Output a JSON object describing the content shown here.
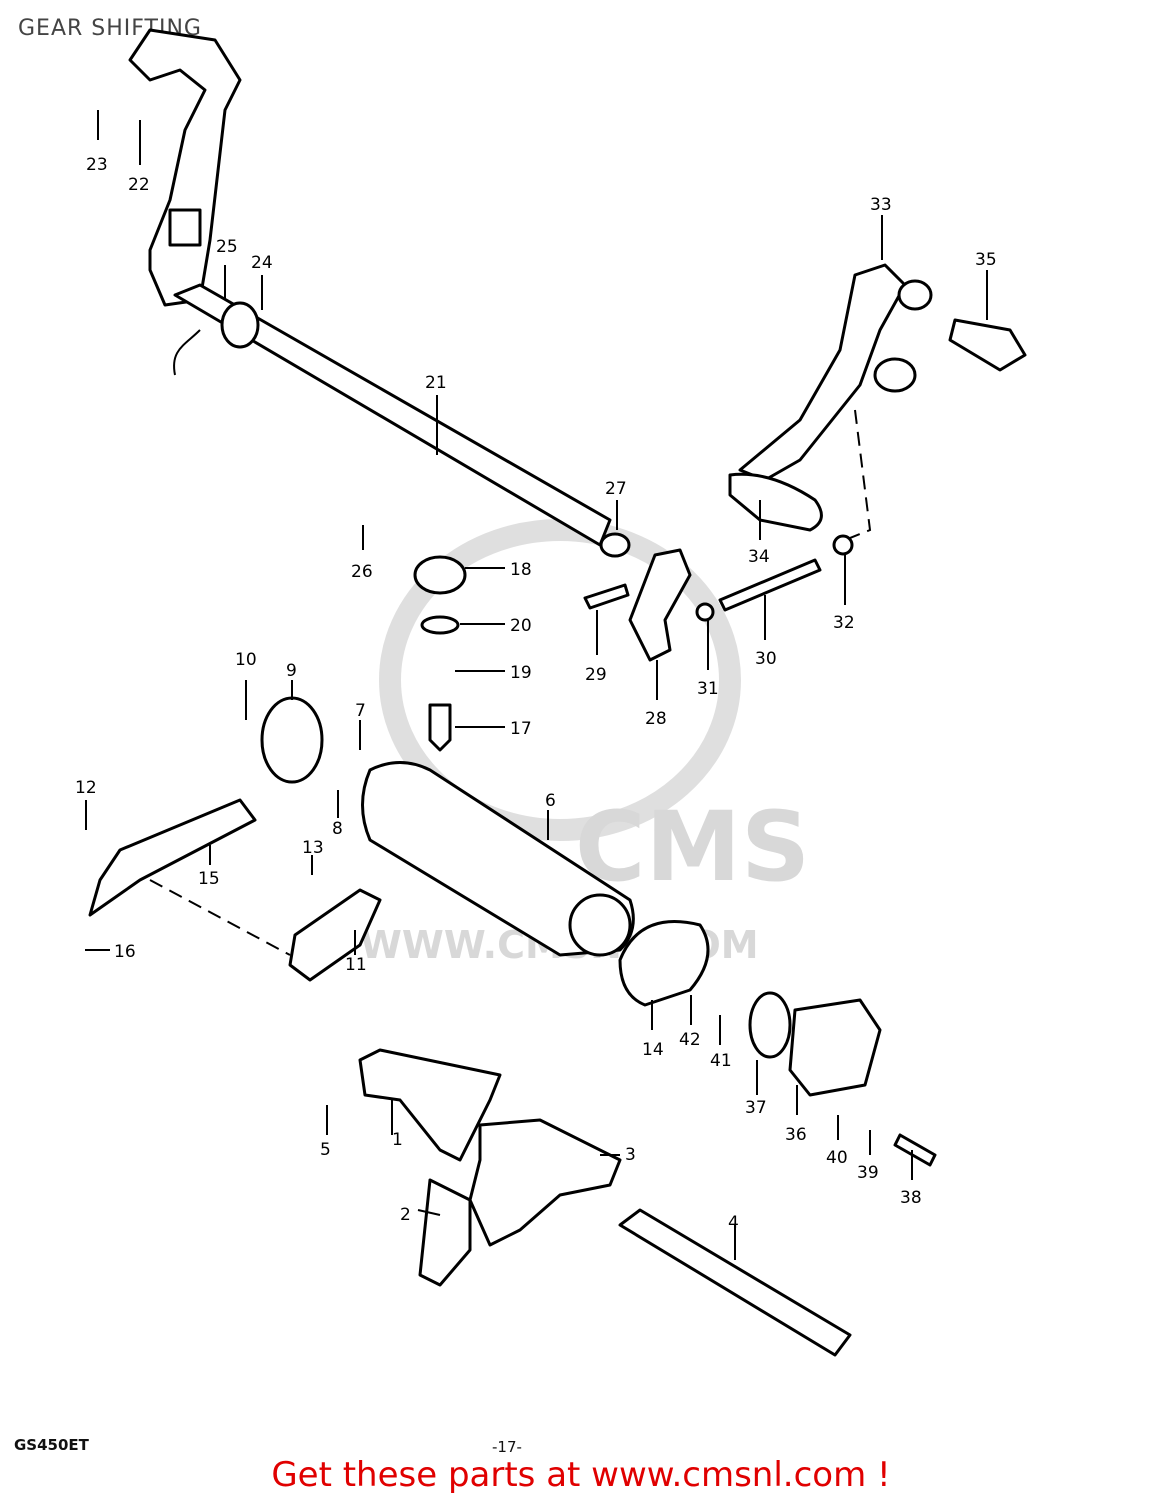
{
  "title": "GEAR SHIFTING",
  "model_code": "GS450ET",
  "page_number": "-17-",
  "watermark": {
    "logo": "CMS",
    "url": "WWW.CMSNL.COM"
  },
  "banner": "Get these parts at www.cmsnl.com !",
  "callouts": [
    "1",
    "2",
    "3",
    "4",
    "5",
    "6",
    "7",
    "8",
    "9",
    "10",
    "11",
    "12",
    "13",
    "14",
    "15",
    "16",
    "17",
    "18",
    "19",
    "20",
    "21",
    "22",
    "23",
    "24",
    "25",
    "26",
    "27",
    "28",
    "29",
    "30",
    "31",
    "32",
    "33",
    "34",
    "35",
    "36",
    "37",
    "38",
    "39",
    "40",
    "41",
    "42"
  ]
}
